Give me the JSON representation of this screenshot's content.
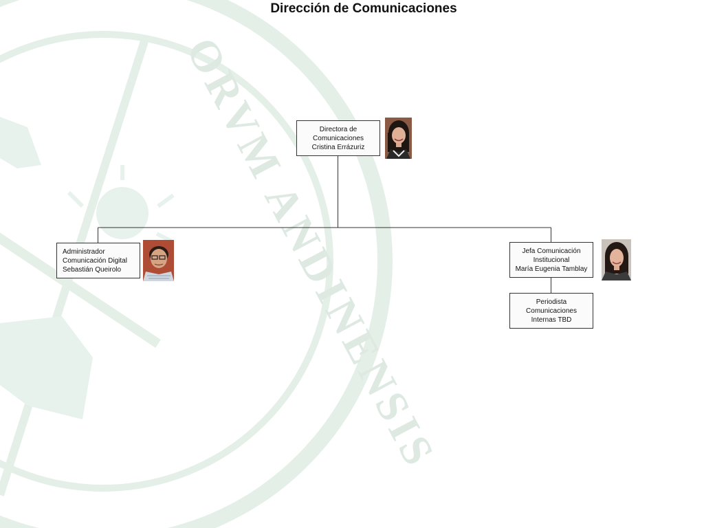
{
  "title": "Dirección de Comunicaciones",
  "colors": {
    "watermark": "#e4efe8",
    "line": "#333333",
    "box_border": "#333333",
    "text": "#111111"
  },
  "watermark": {
    "description": "university seal watermark",
    "text": "ORVM ANDINENSIS"
  },
  "nodes": {
    "director": {
      "lines": [
        "Directora de",
        "Comunicaciones",
        "Cristina Errázuriz"
      ],
      "photo": "person-photo-woman"
    },
    "digital": {
      "lines": [
        "Administrador",
        "Comunicación Digital",
        "Sebastián Queirolo"
      ],
      "photo": "person-photo-man"
    },
    "institucional": {
      "lines": [
        "Jefa Comunicación",
        "Institucional",
        "María Eugenia Tamblay"
      ],
      "photo": "person-photo-woman"
    },
    "periodista": {
      "lines": [
        "Periodista",
        "Comunicaciones",
        "Internas TBD"
      ]
    }
  }
}
